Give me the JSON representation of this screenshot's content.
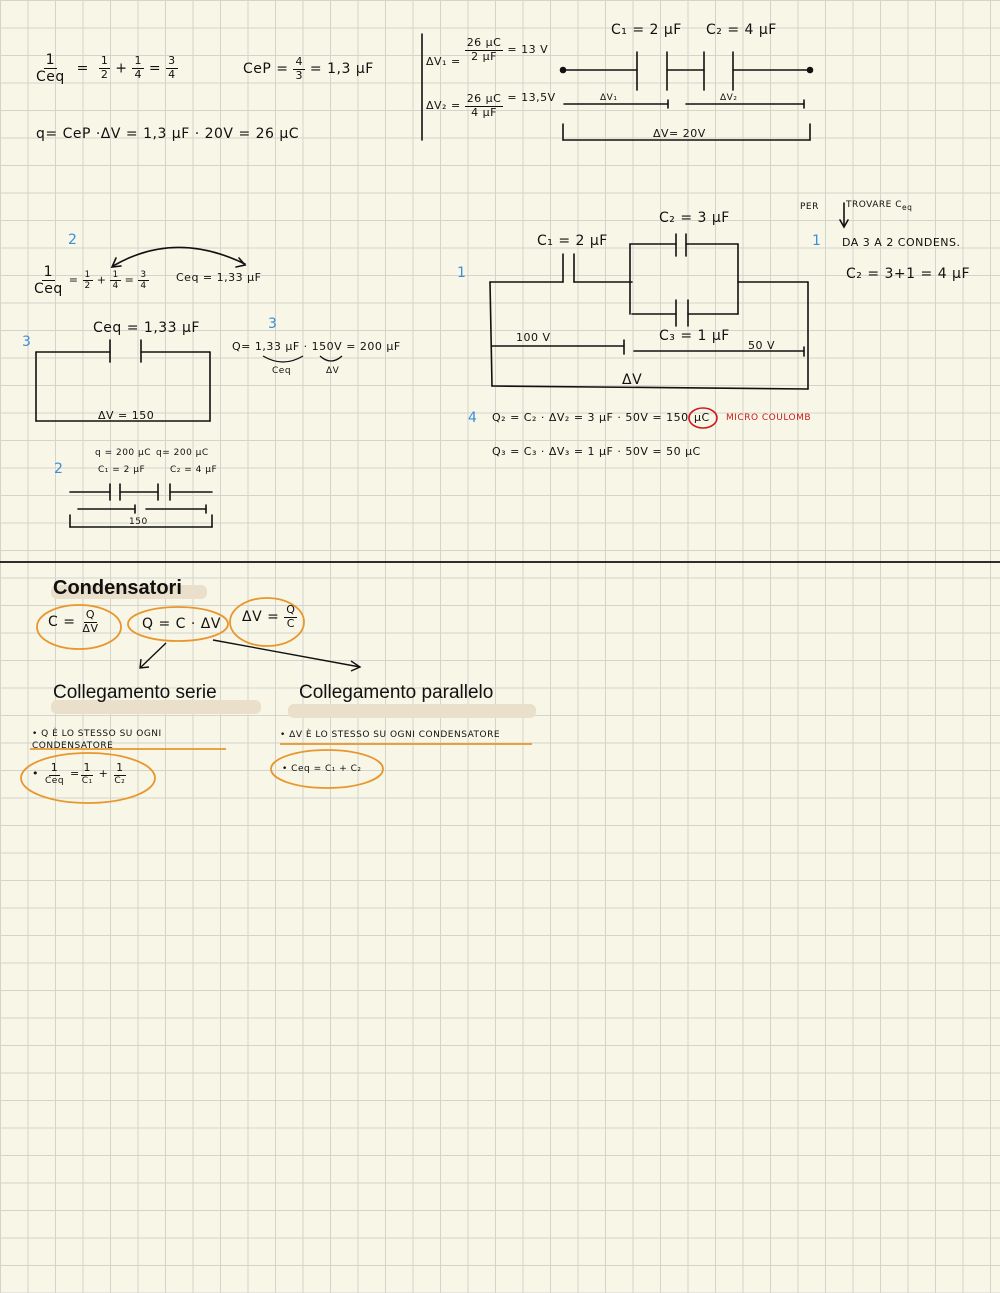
{
  "calc1": {
    "series_eq_num": "1",
    "series_eq_den": "Ceq",
    "t1_num": "1",
    "t1_den": "2",
    "t2_num": "1",
    "t2_den": "4",
    "t3_num": "3",
    "t3_den": "4",
    "ceq_lhs": "CeP =",
    "ceq_num": "4",
    "ceq_den": "3",
    "ceq_rhs": "= 1,3 μF",
    "q_line": "q= CeP ·ΔV = 1,3 μF · 20V = 26 μC"
  },
  "calc2": {
    "dv1_lhs": "ΔV₁ =",
    "dv1_num": "26 μC",
    "dv1_den": "2 μF",
    "dv1_rhs": "= 13 V",
    "dv2_lhs": "ΔV₂ =",
    "dv2_num": "26 μC",
    "dv2_den": "4 μF",
    "dv2_rhs": "= 13,5V",
    "c1_label": "C₁ = 2 μF",
    "c2_label": "C₂ = 4 μF",
    "dv1_label": "ΔV₁",
    "dv2_label": "ΔV₂",
    "dv_total": "ΔV= 20V"
  },
  "calc3": {
    "step2_marker": "2",
    "eq_num": "1",
    "eq_den": "Ceq",
    "t1_num": "1",
    "t1_den": "2",
    "t2_num": "1",
    "t2_den": "4",
    "t3_num": "3",
    "t3_den": "4",
    "ceq_result": "Ceq = 1,33 μF",
    "step3_marker": "3",
    "ceq_label": "Ceq = 1,33 μF",
    "dv_label": "ΔV = 150",
    "step3b_marker": "3",
    "q_formula": "Q= 1,33 μF · 150V = 200 μF",
    "ceq_under": "Ceq",
    "dv_under": "ΔV",
    "step2b_marker": "2",
    "q1_label": "q = 200 μC",
    "q2_label": "q= 200 μC",
    "c1_label": "C₁ = 2 μF",
    "c2_label": "C₂ = 4 μF",
    "dv_small": "150"
  },
  "calc4": {
    "note_per": "PER",
    "note_trovare": "TROVARE C",
    "note_eq": "eq",
    "step1_marker": "1",
    "note_line1": "DA 3 A 2 CONDENS.",
    "note_line2": "C₂ = 3+1 = 4 μF",
    "c1_label": "C₁ = 2 μF",
    "c2_label": "C₂ = 3 μF",
    "c3_label": "C₃ = 1 μF",
    "v100": "100 V",
    "v50": "50 V",
    "dv": "ΔV",
    "step1b_marker": "1",
    "step4_marker": "4",
    "q2_line_pre": "Q₂ = C₂ · ΔV₂ = 3 μF · 50V = 150",
    "q2_unit": "μC",
    "micro_note": "MICRO COULOMB",
    "q3_line": "Q₃ = C₃ · ΔV₃ = 1 μF · 50V = 50 μC"
  },
  "notes": {
    "title": "Condensatori",
    "f1_lhs": "C =",
    "f1_num": "Q",
    "f1_den": "ΔV",
    "f2": "Q = C · ΔV",
    "f3_lhs": "ΔV =",
    "f3_num": "Q",
    "f3_den": "C",
    "serie_heading": "Collegamento serie",
    "parallelo_heading": "Collegamento parallelo",
    "serie_b1": "Q È LO STESSO SU OGNI CONDENSATORE",
    "serie_b2_num1": "1",
    "serie_b2_den1": "Ceq",
    "serie_b2_num2": "1",
    "serie_b2_den2": "C₁",
    "serie_b2_num3": "1",
    "serie_b2_den3": "C₂",
    "par_b1": "ΔV È LO STESSO SU OGNI CONDENSATORE",
    "par_b2": "Ceq = C₁ + C₂"
  },
  "colors": {
    "ink": "#111111",
    "blue": "#3a8fd8",
    "orange": "#e8962e",
    "red": "#d0191c",
    "paper": "#f8f6e6",
    "grid": "#d4d4cc",
    "highlight": "#e9dfca"
  }
}
